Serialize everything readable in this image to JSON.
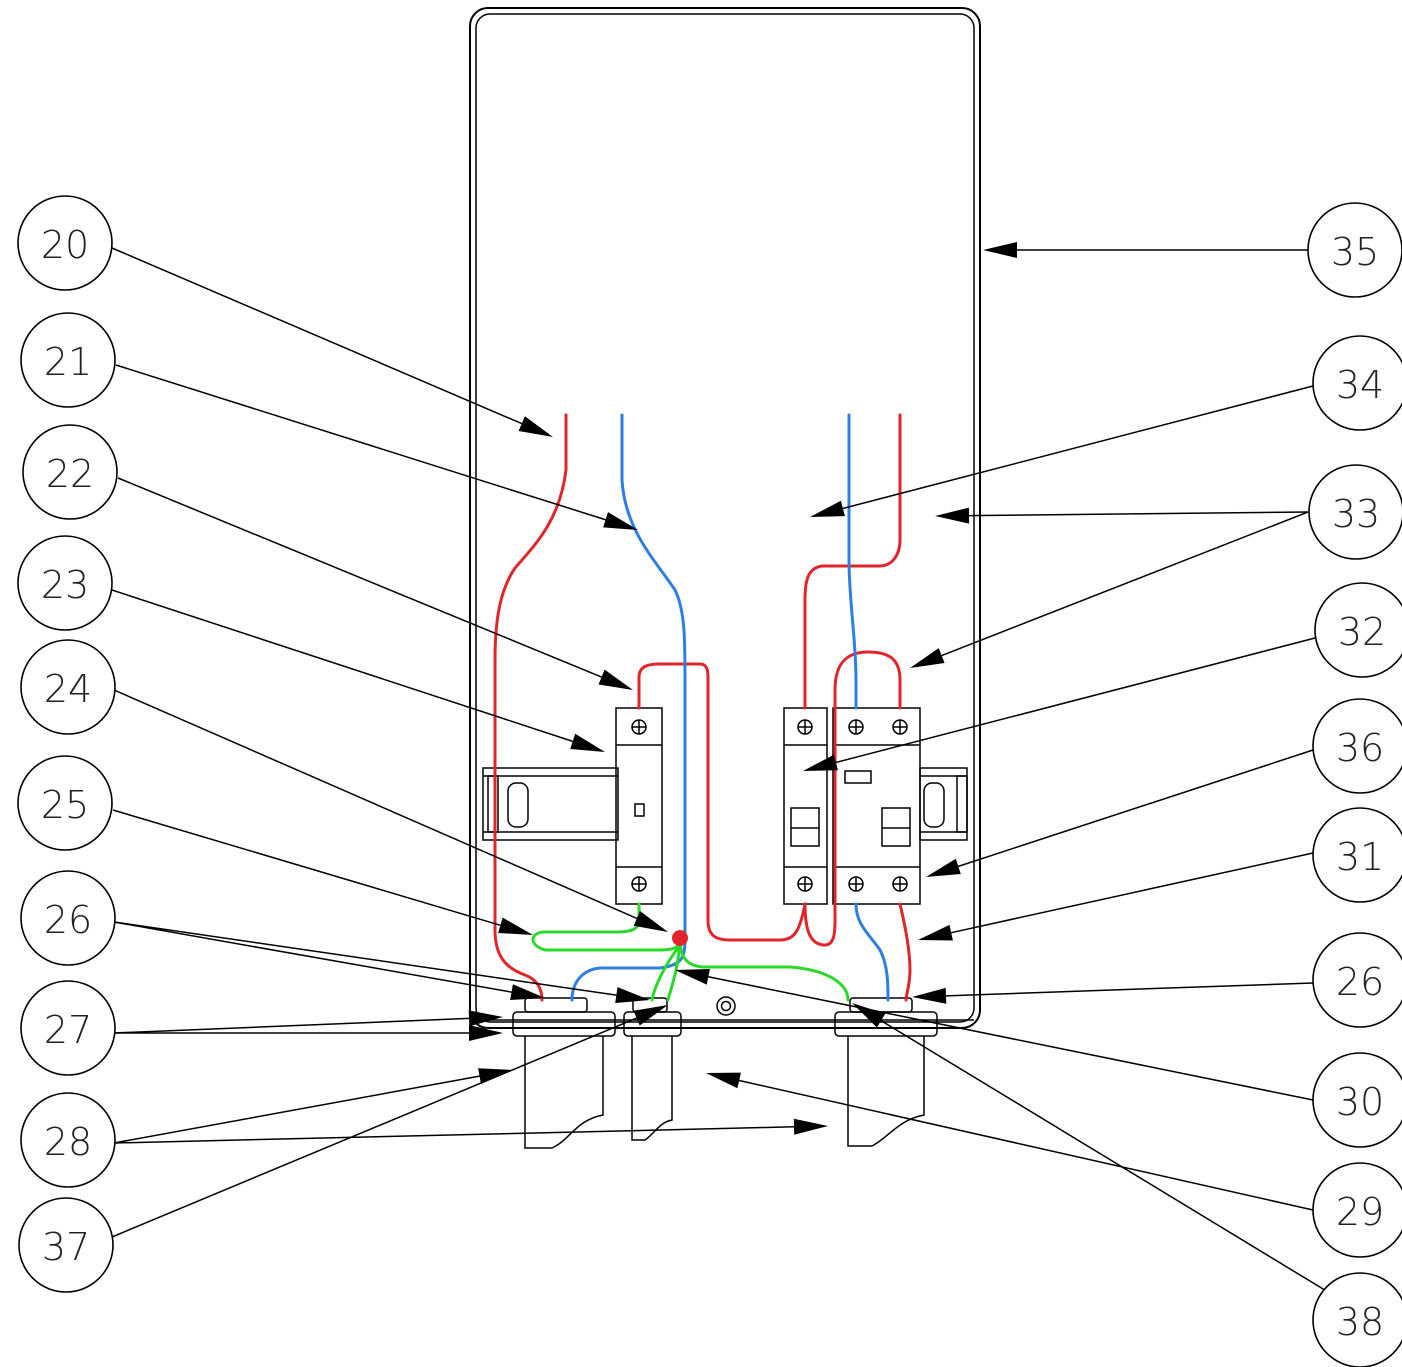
{
  "colors": {
    "live_wire": "#e0262b",
    "neutral_wire": "#2f7fe0",
    "earth_wire": "#2bd82b",
    "junction": "#e0262b",
    "line": "#000000"
  },
  "callouts": [
    {
      "key": "c20",
      "label": "20"
    },
    {
      "key": "c21",
      "label": "21"
    },
    {
      "key": "c22",
      "label": "22"
    },
    {
      "key": "c23",
      "label": "23"
    },
    {
      "key": "c24",
      "label": "24"
    },
    {
      "key": "c25",
      "label": "25"
    },
    {
      "key": "c26L",
      "label": "26"
    },
    {
      "key": "c27",
      "label": "27"
    },
    {
      "key": "c28",
      "label": "28"
    },
    {
      "key": "c37",
      "label": "37"
    },
    {
      "key": "c35",
      "label": "35"
    },
    {
      "key": "c34",
      "label": "34"
    },
    {
      "key": "c33",
      "label": "33"
    },
    {
      "key": "c32",
      "label": "32"
    },
    {
      "key": "c36",
      "label": "36"
    },
    {
      "key": "c31",
      "label": "31"
    },
    {
      "key": "c26R",
      "label": "26"
    },
    {
      "key": "c30",
      "label": "30"
    },
    {
      "key": "c29",
      "label": "29"
    },
    {
      "key": "c38",
      "label": "38"
    }
  ]
}
